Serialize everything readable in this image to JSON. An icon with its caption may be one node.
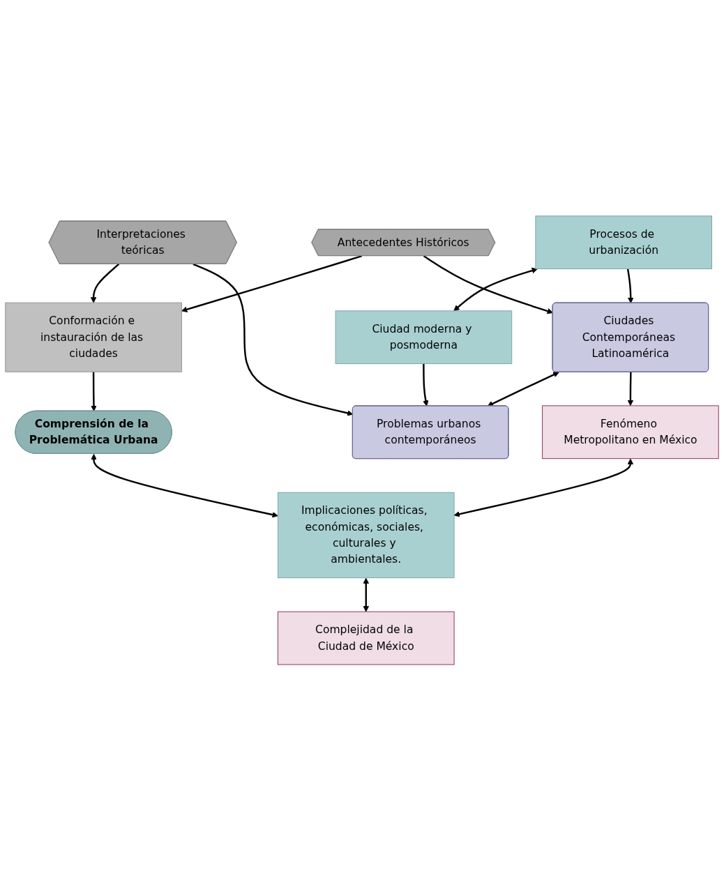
{
  "diagram": {
    "nodes": [
      {
        "text": [
          "Antecedentes Históricos"
        ]
      },
      {
        "text": [
          "Conformación e instauración de las ciudades"
        ]
      },
      {
        "text": [
          "Interpretaciones teóricas"
        ]
      },
      {
        "text": [
          "Procesos de urbanización"
        ]
      },
      {
        "text": [
          "Ciudad moderna y posmoderna"
        ]
      },
      {
        "text": [
          "Comprensión de la Problemática Urbana"
        ]
      },
      {
        "text": [
          "Ciudades Contemporáneas Latinoamérica"
        ]
      },
      {
        "text": [
          "Problemas urbanos contemporáneos"
        ]
      },
      {
        "text": [
          "Fenómeno Metropolitano en México"
        ]
      },
      {
        "text": [
          "Implicaciones políticas, económicas, sociales, culturales y ambientales."
        ]
      },
      {
        "text": [
          "Complejidad de la Ciudad de México"
        ]
      }
    ],
    "edges": [
      {
        "from": 0,
        "to": 1,
        "arrow": "to"
      },
      {
        "from": 2,
        "to": 1,
        "arrow": "to"
      },
      {
        "from": 1,
        "to": 5,
        "arrow": "to"
      },
      {
        "from": 3,
        "to": 4,
        "arrow": "both"
      },
      {
        "from": 0,
        "to": 6,
        "arrow": "to"
      },
      {
        "from": 2,
        "to": 7,
        "arrow": "to"
      },
      {
        "from": 3,
        "to": 6,
        "arrow": "to"
      },
      {
        "from": 4,
        "to": 7,
        "arrow": "to"
      },
      {
        "from": 6,
        "to": 7,
        "arrow": "both"
      },
      {
        "from": 5,
        "to": 9,
        "arrow": "both"
      },
      {
        "from": 6,
        "to": 8,
        "arrow": "to"
      },
      {
        "from": 8,
        "to": 9,
        "arrow": "both"
      },
      {
        "from": 9,
        "to": 10,
        "arrow": "both"
      }
    ]
  }
}
